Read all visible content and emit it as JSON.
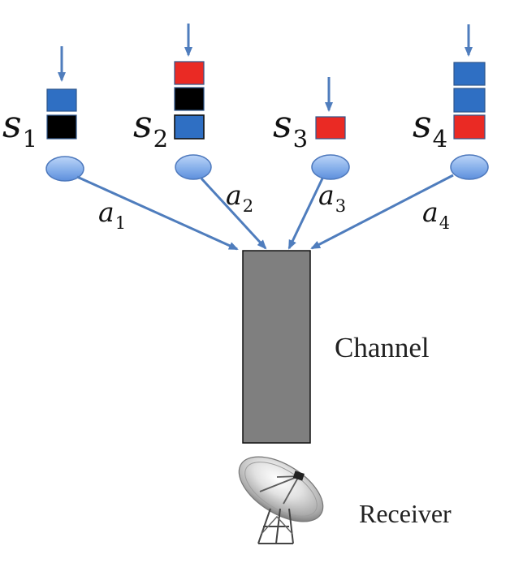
{
  "colors": {
    "arrow": "#4f7dbd",
    "node": "#8cb4ee",
    "node_stroke": "#4e79bd",
    "channel_fill": "#7f7f7f",
    "channel_stroke": "#111111",
    "packet_blue": "#2f6fc3",
    "packet_red": "#ea2a24",
    "packet_black": "#000000",
    "packet_stroke": "#2f568c"
  },
  "sources": [
    {
      "symbol": "s",
      "index": "1",
      "queue": [
        "black",
        "blue"
      ],
      "action": "a",
      "action_index": "1"
    },
    {
      "symbol": "s",
      "index": "2",
      "queue": [
        "blue",
        "black",
        "red"
      ],
      "action": "a",
      "action_index": "2"
    },
    {
      "symbol": "s",
      "index": "3",
      "queue": [
        "red"
      ],
      "action": "a",
      "action_index": "3"
    },
    {
      "symbol": "s",
      "index": "4",
      "queue": [
        "red",
        "blue",
        "blue"
      ],
      "action": "a",
      "action_index": "4"
    }
  ],
  "channel": {
    "label": "Channel"
  },
  "receiver": {
    "label": "Receiver",
    "icon": "satellite-dish-icon"
  }
}
